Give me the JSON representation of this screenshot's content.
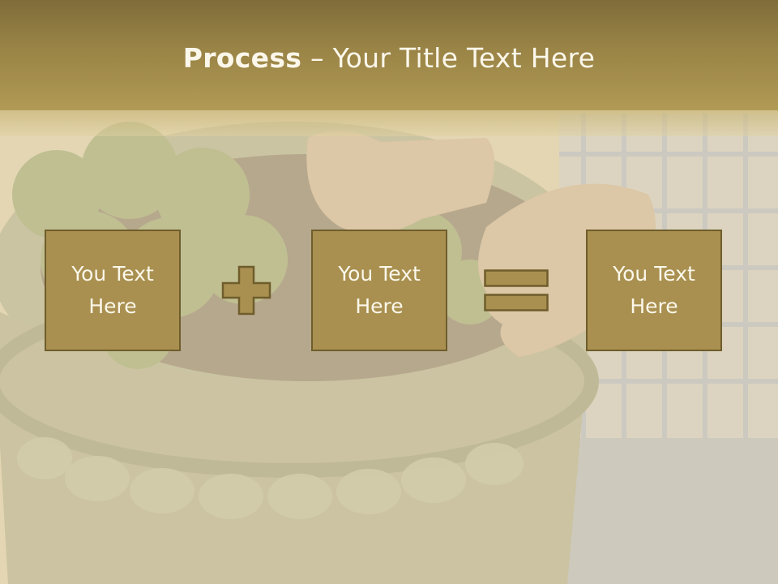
{
  "slide": {
    "title_bold": "Process",
    "title_rest": " – Your Title Text Here"
  },
  "boxes": [
    {
      "label": "You Text Here"
    },
    {
      "label": "You Text Here"
    },
    {
      "label": "You Text Here"
    }
  ],
  "operators": {
    "plus_icon": "plus-icon",
    "equals_icon": "equals-icon"
  },
  "colors": {
    "title_band": "#9a8446",
    "box_fill": "#a99050",
    "box_border": "#6f5d2c",
    "text": "#fbf7ea"
  }
}
